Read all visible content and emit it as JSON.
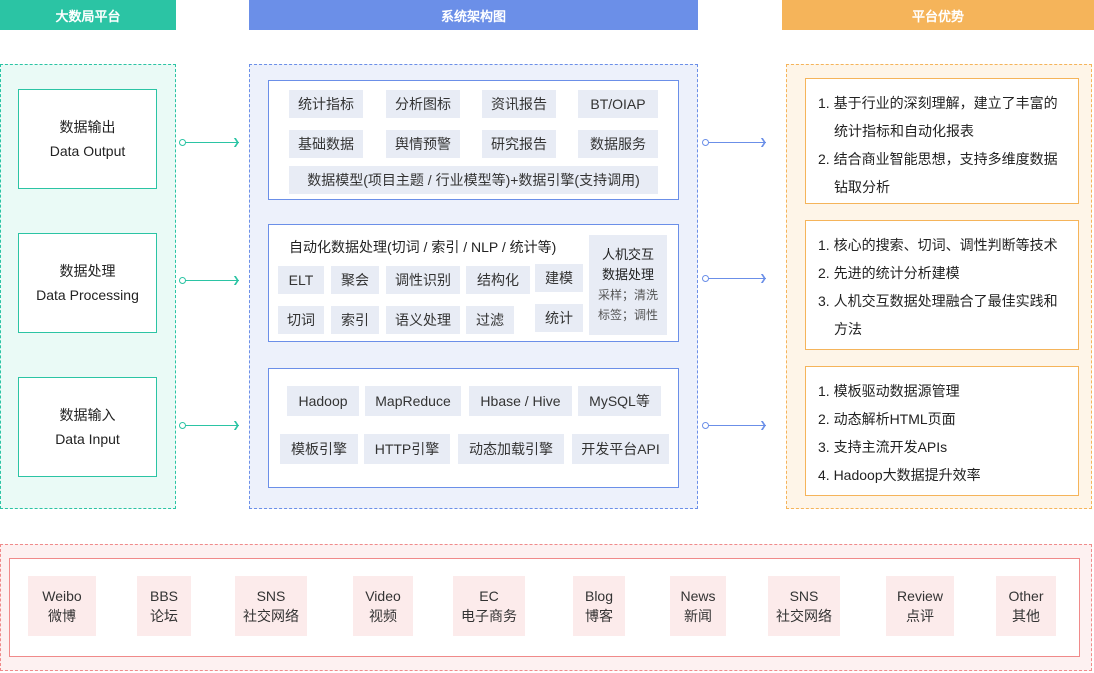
{
  "headers": {
    "left": "大数局平台",
    "middle": "系统架构图",
    "right": "平台优势"
  },
  "colors": {
    "teal": "#2bc4a4",
    "blue": "#6b8fe8",
    "orange": "#f5b45a",
    "red": "#f08a8a"
  },
  "platform_cards": [
    {
      "cn": "数据输出",
      "en": "Data Output"
    },
    {
      "cn": "数据处理",
      "en": "Data Processing"
    },
    {
      "cn": "数据输入",
      "en": "Data Input"
    }
  ],
  "output_layer": {
    "row1": [
      "统计指标",
      "分析图标",
      "资讯报告",
      "BT/OIAP"
    ],
    "row2": [
      "基础数据",
      "舆情预警",
      "研究报告",
      "数据服务"
    ],
    "row3": "数据模型(项目主题 / 行业模型等)+数据引擎(支持调用)"
  },
  "processing_layer": {
    "title": "自动化数据处理(切词 / 索引 / NLP / 统计等)",
    "row1": [
      "ELT",
      "聚会",
      "调性识别",
      "结构化",
      "建模"
    ],
    "row2": [
      "切词",
      "索引",
      "语义处理",
      "过滤",
      "统计"
    ],
    "hci_title1": "人机交互",
    "hci_title2": "数据处理",
    "hci_sub1": "采样；清洗",
    "hci_sub2": "标签；调性"
  },
  "input_layer": {
    "row1": [
      "Hadoop",
      "MapReduce",
      "Hbase / Hive",
      "MySQL等"
    ],
    "row2": [
      "模板引擎",
      "HTTP引擎",
      "动态加载引擎",
      "开发平台API"
    ]
  },
  "advantages": [
    [
      "1. 基于行业的深刻理解，建立了丰富的统计指标和自动化报表",
      "2. 结合商业智能思想，支持多维度数据钻取分析"
    ],
    [
      "1. 核心的搜索、切词、调性判断等技术",
      "2. 先进的统计分析建模",
      "3. 人机交互数据处理融合了最佳实践和方法"
    ],
    [
      "1. 模板驱动数据源管理",
      "2. 动态解析HTML页面",
      "3. 支持主流开发APIs",
      "4. Hadoop大数据提升效率"
    ]
  ],
  "sources": [
    {
      "en": "Weibo",
      "cn": "微博"
    },
    {
      "en": "BBS",
      "cn": "论坛"
    },
    {
      "en": "SNS",
      "cn": "社交网络"
    },
    {
      "en": "Video",
      "cn": "视频"
    },
    {
      "en": "EC",
      "cn": "电子商务"
    },
    {
      "en": "Blog",
      "cn": "博客"
    },
    {
      "en": "News",
      "cn": "新闻"
    },
    {
      "en": "SNS",
      "cn": "社交网络"
    },
    {
      "en": "Review",
      "cn": "点评"
    },
    {
      "en": "Other",
      "cn": "其他"
    }
  ]
}
